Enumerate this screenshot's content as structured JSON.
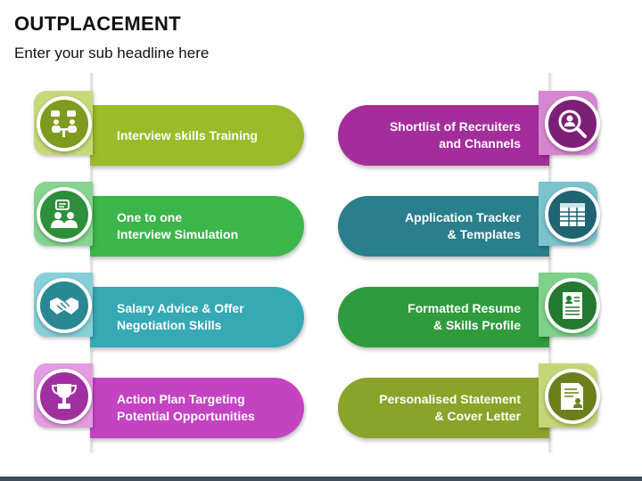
{
  "header": {
    "title": "OUTPLACEMENT",
    "subtitle": "Enter your sub headline here"
  },
  "left_items": [
    {
      "label": "Interview skills Training",
      "color": "#9bbb2a",
      "tab_color": "#c5da78",
      "circle_color": "#7e9a1f",
      "icon": "meeting-icon"
    },
    {
      "label": "One to one\nInterview Simulation",
      "color": "#3cb54a",
      "tab_color": "#85d48f",
      "circle_color": "#2e8f3a",
      "icon": "chat-people-icon"
    },
    {
      "label": "Salary Advice & Offer\nNegotiation Skills",
      "color": "#35a9b4",
      "tab_color": "#86d0d7",
      "circle_color": "#2a8893",
      "icon": "handshake-icon"
    },
    {
      "label": "Action Plan Targeting\nPotential Opportunities",
      "color": "#c343c2",
      "tab_color": "#e39be2",
      "circle_color": "#a030a0",
      "icon": "trophy-icon"
    }
  ],
  "right_items": [
    {
      "label": "Shortlist of Recruiters\nand Channels",
      "color": "#a42d9c",
      "tab_color": "#d787d1",
      "circle_color": "#7d1f78",
      "icon": "search-person-icon"
    },
    {
      "label": "Application Tracker\n& Templates",
      "color": "#2a7f8c",
      "tab_color": "#7bc3cd",
      "circle_color": "#1f6470",
      "icon": "spreadsheet-icon"
    },
    {
      "label": "Formatted Resume\n& Skills Profile",
      "color": "#2f9b3d",
      "tab_color": "#7ed18a",
      "circle_color": "#237a2f",
      "icon": "resume-icon"
    },
    {
      "label": "Personalised Statement\n& Cover Letter",
      "color": "#8aa329",
      "tab_color": "#c4d677",
      "circle_color": "#6b7f1d",
      "icon": "cover-letter-icon"
    }
  ]
}
